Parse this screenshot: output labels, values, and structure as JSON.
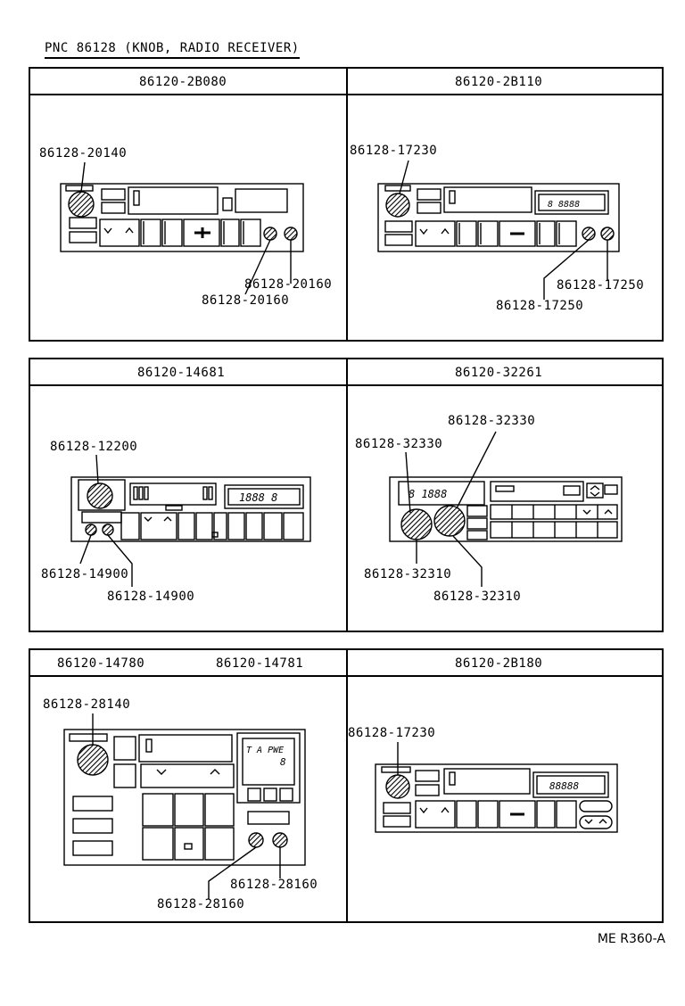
{
  "title": "PNC 86128  (KNOB, RADIO RECEIVER)",
  "reference_code": "ME R360-A",
  "sections": [
    {
      "left": {
        "headers": [
          "86120-2B080"
        ],
        "parts": [
          "86128-20140",
          "86128-20160",
          "86128-20160"
        ]
      },
      "right": {
        "headers": [
          "86120-2B110"
        ],
        "parts": [
          "86128-17230",
          "86128-17250",
          "86128-17250"
        ],
        "display": "8  8888"
      }
    },
    {
      "left": {
        "headers": [
          "86120-14681"
        ],
        "parts": [
          "86128-12200",
          "86128-14900",
          "86128-14900"
        ],
        "display": "1888 8"
      },
      "right": {
        "headers": [
          "86120-32261"
        ],
        "parts": [
          "86128-32330",
          "86128-32330",
          "86128-32310",
          "86128-32310"
        ],
        "display": "8  1888"
      }
    },
    {
      "left": {
        "headers": [
          "86120-14780",
          "86120-14781"
        ],
        "parts": [
          "86128-28140",
          "86128-28160",
          "86128-28160"
        ],
        "display_line1": "T A PWE",
        "display_line2": "8"
      },
      "right": {
        "headers": [
          "86120-2B180"
        ],
        "parts": [
          "86128-17230"
        ],
        "display": "88888"
      }
    }
  ]
}
